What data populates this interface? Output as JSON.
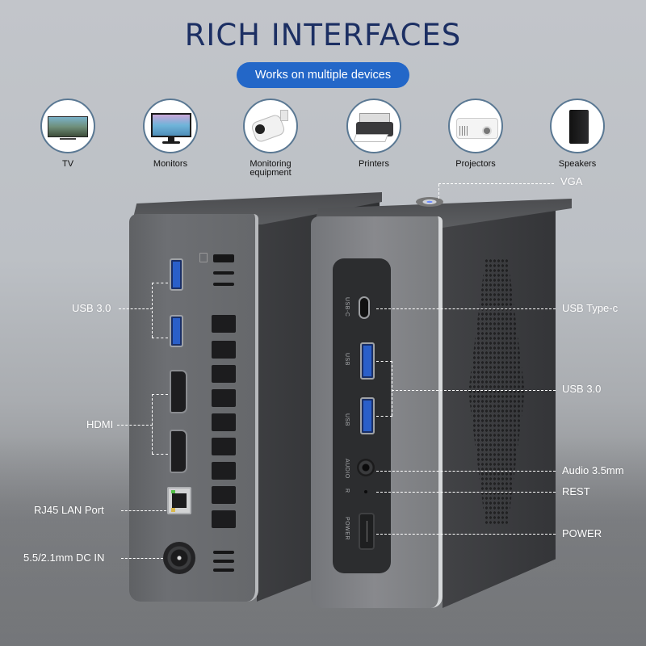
{
  "header": {
    "title": "RICH INTERFACES",
    "subtitle_pill": "Works on multiple devices",
    "accent_color": "#2367c8",
    "title_color": "#1c2f63"
  },
  "devices": [
    {
      "label": "TV",
      "icon": "tv-icon"
    },
    {
      "label": "Monitors",
      "icon": "monitor-icon"
    },
    {
      "label": "Monitoring equipment",
      "label_line1": "Monitoring",
      "label_line2": "equipment",
      "icon": "security-camera-icon"
    },
    {
      "label": "Printers",
      "icon": "printer-icon"
    },
    {
      "label": "Projectors",
      "icon": "projector-icon"
    },
    {
      "label": "Speakers",
      "icon": "speaker-icon"
    }
  ],
  "left_callouts": {
    "usb": "USB 3.0",
    "hdmi": "HDMI",
    "lan": "RJ45  LAN Port",
    "dc": "5.5/2.1mm DC IN"
  },
  "right_callouts": {
    "vga": "VGA",
    "usb_c": "USB Type-c",
    "usb": "USB 3.0",
    "audio": "Audio 3.5mm",
    "reset": "REST",
    "power": "POWER"
  },
  "panel_labels": {
    "usb_c": "USB-C",
    "usb1": "USB",
    "usb2": "USB",
    "audio": "AUDIO",
    "reset": "R",
    "power": "POWER"
  }
}
